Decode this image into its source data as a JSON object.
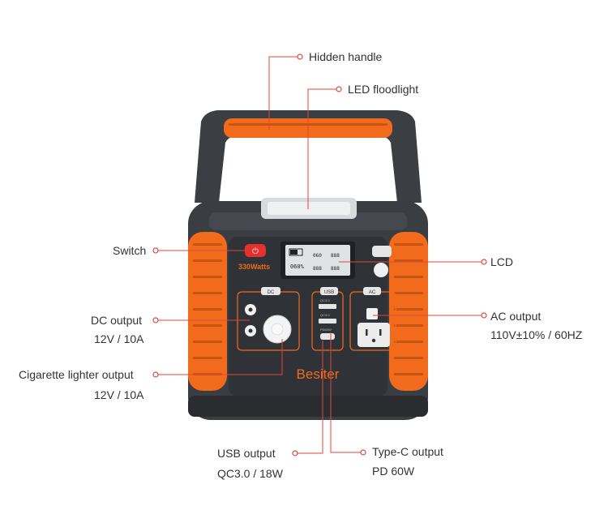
{
  "callouts": {
    "hidden_handle": "Hidden handle",
    "led_floodlight": "LED floodlight",
    "switch": "Switch",
    "lcd": "LCD",
    "dc_output": {
      "title": "DC output",
      "spec": "12V / 10A"
    },
    "ac_output": {
      "title": "AC output",
      "spec": "110V±10% / 60HZ"
    },
    "cigarette_lighter": {
      "title": "Cigarette lighter output",
      "spec": "12V / 10A"
    },
    "usb_output": {
      "title": "USB output",
      "spec": "QC3.0 / 18W"
    },
    "typec_output": {
      "title": "Type-C output",
      "spec": "PD 60W"
    }
  },
  "product": {
    "brand": "Besiter",
    "watts_badge": "330Watts",
    "lcd": {
      "battery_percent": "060%",
      "readout_a": "060",
      "readout_b": "888",
      "readout_c": "888",
      "readout_d": "888"
    },
    "panel_labels": {
      "dc": "DC",
      "usb": "USB",
      "ac": "AC",
      "qc1": "QC3.0",
      "qc2": "QC3.0",
      "pd": "PD60W"
    }
  },
  "colors": {
    "accent_orange": "#f26a1b",
    "callout_red": "#e0463a",
    "body_dark": "#3a3d42"
  }
}
